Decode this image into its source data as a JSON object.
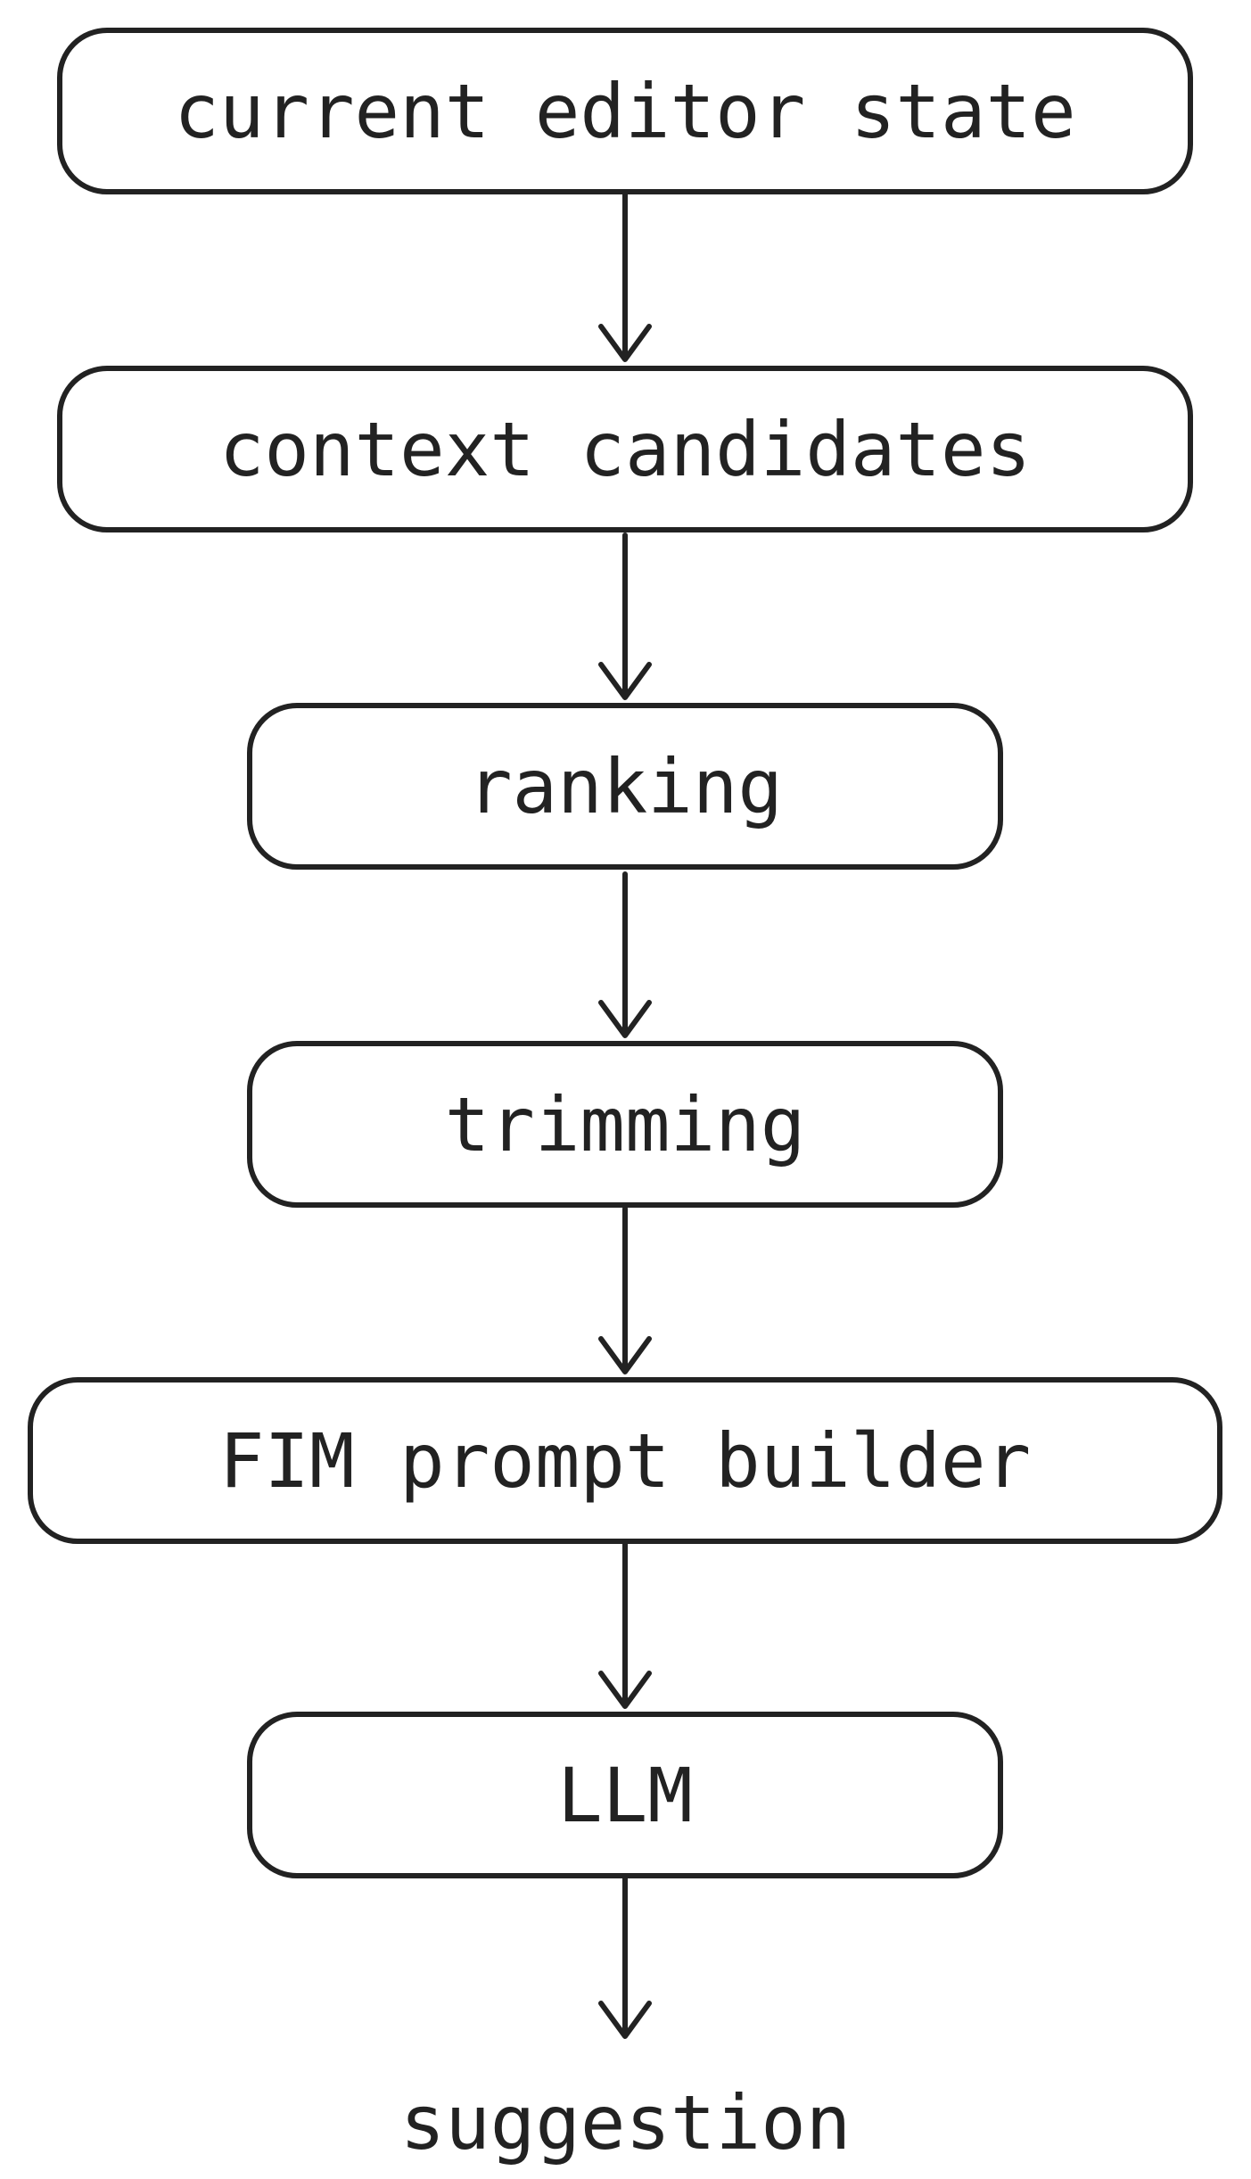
{
  "diagram": {
    "nodes": [
      {
        "id": "n1",
        "label": "current editor state"
      },
      {
        "id": "n2",
        "label": "context candidates"
      },
      {
        "id": "n3",
        "label": "ranking"
      },
      {
        "id": "n4",
        "label": "trimming"
      },
      {
        "id": "n5",
        "label": "FIM prompt builder"
      },
      {
        "id": "n6",
        "label": "LLM"
      }
    ],
    "output": "suggestion",
    "edges": [
      {
        "from": "current editor state",
        "to": "context candidates"
      },
      {
        "from": "context candidates",
        "to": "ranking"
      },
      {
        "from": "ranking",
        "to": "trimming"
      },
      {
        "from": "trimming",
        "to": "FIM prompt builder"
      },
      {
        "from": "FIM prompt builder",
        "to": "LLM"
      },
      {
        "from": "LLM",
        "to": "suggestion"
      }
    ],
    "colors": {
      "stroke": "#222222",
      "background": "#ffffff"
    }
  }
}
